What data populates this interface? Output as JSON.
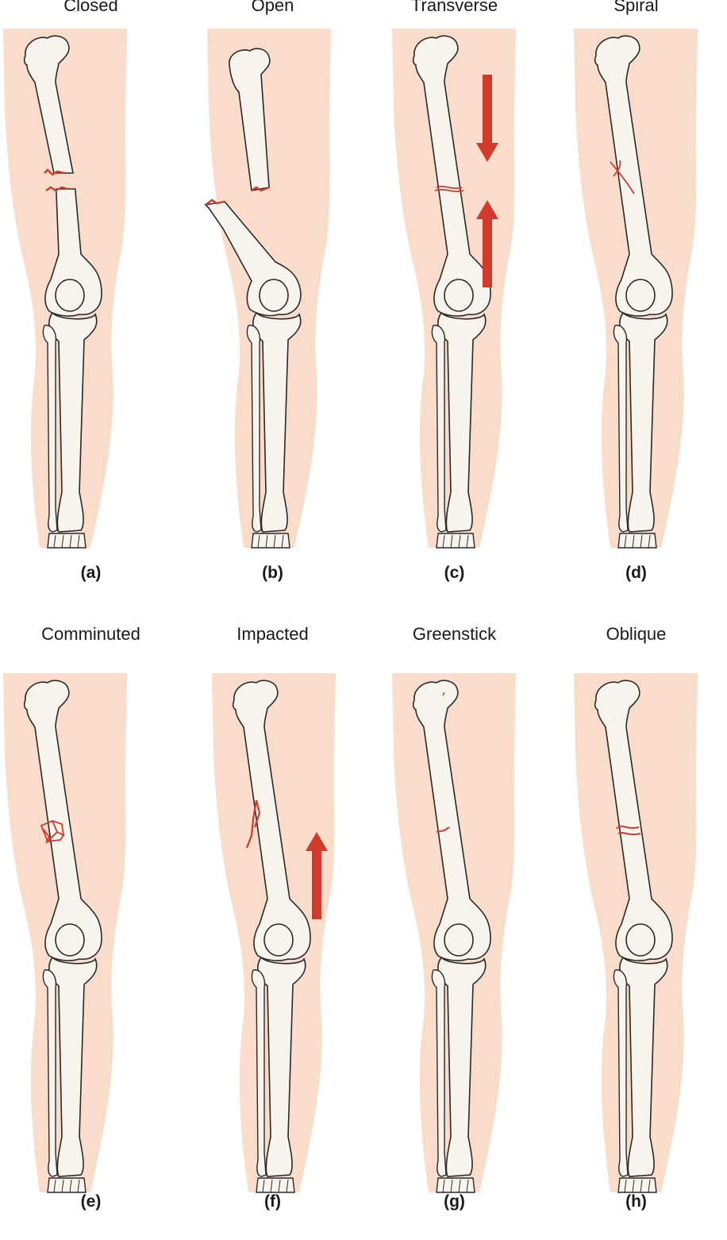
{
  "figure": {
    "panels": [
      {
        "id": "a",
        "title": "Closed",
        "letter": "(a)",
        "break": "closed"
      },
      {
        "id": "b",
        "title": "Open",
        "letter": "(b)",
        "break": "open"
      },
      {
        "id": "c",
        "title": "Transverse",
        "letter": "(c)",
        "break": "transverse"
      },
      {
        "id": "d",
        "title": "Spiral",
        "letter": "(d)",
        "break": "spiral"
      },
      {
        "id": "e",
        "title": "Comminuted",
        "letter": "(e)",
        "break": "comminuted"
      },
      {
        "id": "f",
        "title": "Impacted",
        "letter": "(f)",
        "break": "impacted"
      },
      {
        "id": "g",
        "title": "Greenstick",
        "letter": "(g)",
        "break": "greenstick"
      },
      {
        "id": "h",
        "title": "Oblique",
        "letter": "(h)",
        "break": "oblique"
      }
    ]
  },
  "colors": {
    "skin": "#fadccb",
    "bone_fill": "#f7f4ee",
    "bone_outline": "#2a2a2a",
    "fracture": "#d03a2a",
    "arrow": "#cf3a2b",
    "text": "#1a1a1a"
  },
  "icons": {
    "force_arrow": "arrow-icon",
    "leg": "leg-skeleton-icon"
  }
}
